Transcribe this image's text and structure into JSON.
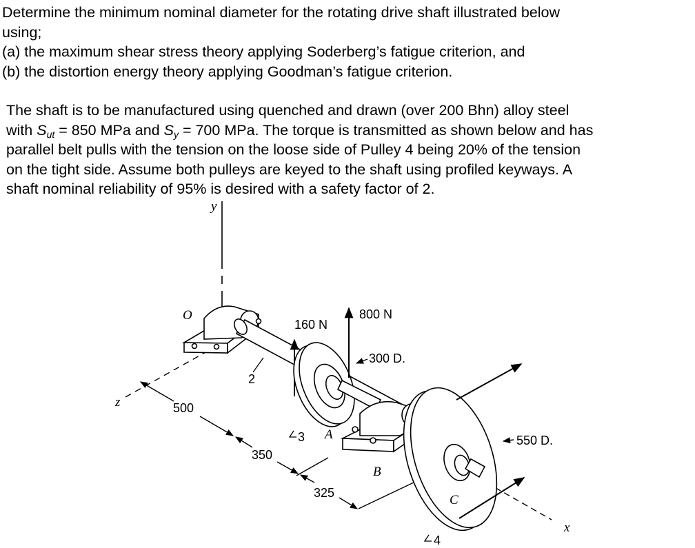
{
  "problem": {
    "intro": [
      "Determine the minimum nominal diameter for the rotating drive shaft illustrated below",
      "using;",
      "(a) the maximum shear stress theory applying Soderberg’s fatigue criterion, and",
      "(b) the distortion energy theory applying Goodman’s fatigue criterion."
    ],
    "given_line1": "The shaft is to be manufactured using quenched and drawn (over 200 Bhn) alloy steel",
    "given_line2": {
      "pre": "with ",
      "sut_sym": "S",
      "sut_sub": "ut",
      "sut_val": " = 850 MPa and ",
      "sy_sym": "S",
      "sy_sub": "y",
      "post": " = 700 MPa. The torque is transmitted as shown below and has"
    },
    "given_rest": [
      "parallel belt pulls with the tension on the loose side of Pulley 4 being 20% of the tension",
      "on the tight side. Assume both pulleys are keyed to the shaft using profiled keyways. A",
      "shaft nominal reliability of 95% is desired with a safety factor of 2."
    ]
  },
  "figure": {
    "axis_y": "y",
    "axis_z": "z",
    "axis_x": "x",
    "origin": "O",
    "force_160": "160 N",
    "force_800": "800 N",
    "pulley3_diameter": "300 D.",
    "pulley4_diameter": "550 D.",
    "dim_500": "500",
    "dim_350": "350",
    "dim_325": "325",
    "point_a": "A",
    "point_b": "B",
    "point_c": "C",
    "mark_2": "2",
    "mark_3": "3",
    "mark_4": "4"
  }
}
